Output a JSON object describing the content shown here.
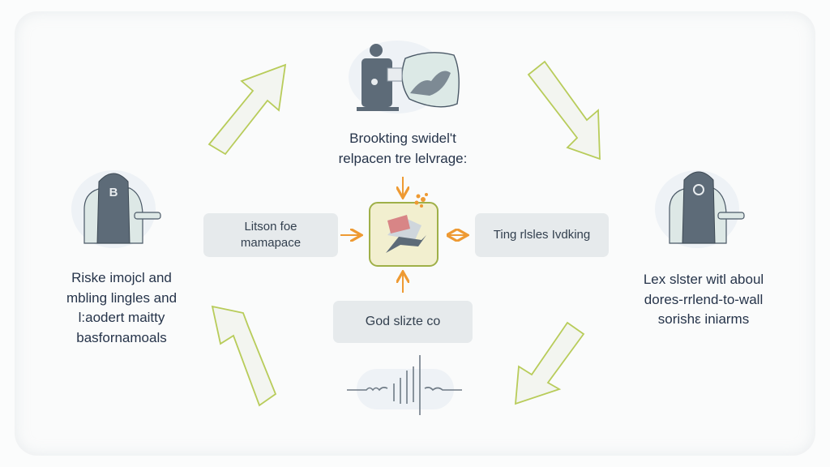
{
  "top_caption": {
    "line1": "Brookting swidel't",
    "line2": "relpacen tre lelvrage:"
  },
  "left_caption": {
    "line1": "Riske imojcl and",
    "line2": "mbling lingles and",
    "line3": "l:aodert maitty",
    "line4": "basfornamoals"
  },
  "right_caption": {
    "line1": "Lex slster witl aboul",
    "line2": "dores-rrlend-to-wall",
    "line3": "sorishε iniarms"
  },
  "boxes": {
    "left": {
      "line1": "Litson foe",
      "line2": "mamapace"
    },
    "right": {
      "label": "Ting rlsles Ivdking"
    },
    "bottom": {
      "label": "God slizte co"
    }
  },
  "left_device_label": "B",
  "colors": {
    "accent_orange": "#ee9a33",
    "arrow_green": "#b8cc5a",
    "hub_fill": "#f2efcf",
    "box_fill": "#e6eaec",
    "device_gray": "#5d6b78"
  }
}
